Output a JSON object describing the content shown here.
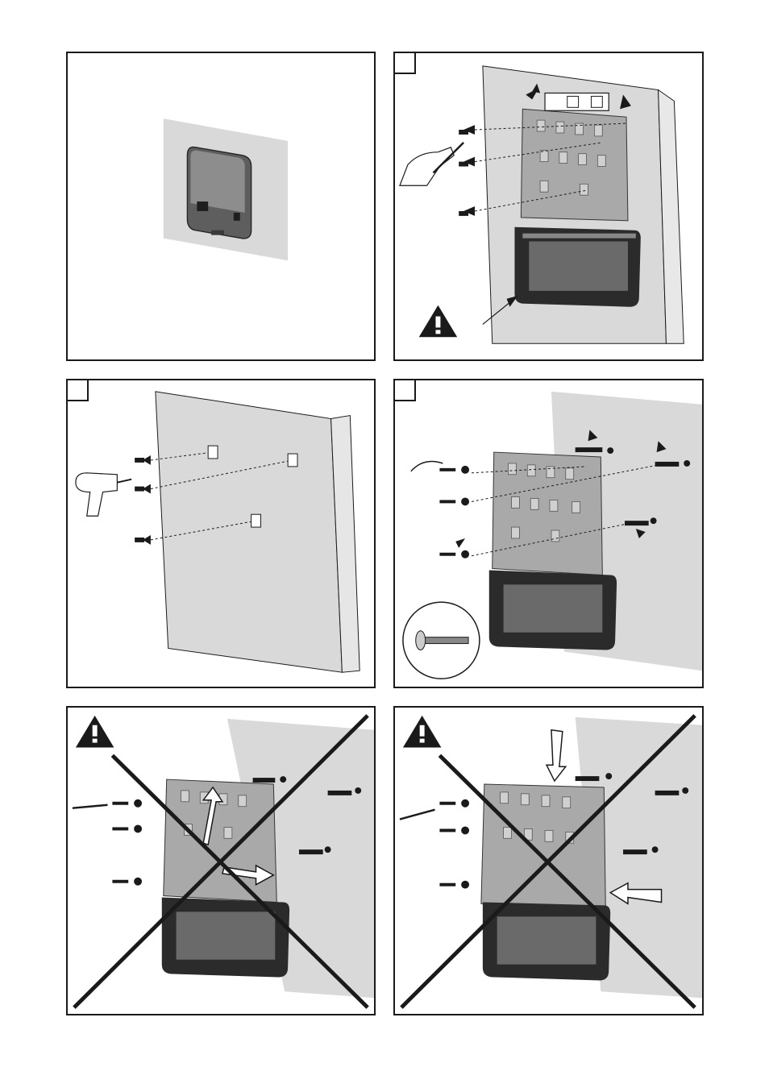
{
  "document": {
    "type": "installation-instructions-figures",
    "panels": [
      {
        "id": "wall-mounted-inverter",
        "step_marker": false,
        "warning_icon": false,
        "crossed_out": false
      },
      {
        "id": "level-and-mark-bracket",
        "step_marker": true,
        "warning_icon": true,
        "crossed_out": false
      },
      {
        "id": "drill-holes",
        "step_marker": true,
        "warning_icon": false,
        "crossed_out": false
      },
      {
        "id": "screw-bracket-to-wall",
        "step_marker": true,
        "warning_icon": false,
        "crossed_out": false
      },
      {
        "id": "incorrect-mounting-1",
        "step_marker": false,
        "warning_icon": true,
        "crossed_out": true
      },
      {
        "id": "incorrect-mounting-2",
        "step_marker": false,
        "warning_icon": true,
        "crossed_out": true
      }
    ]
  },
  "icons": {
    "warning": "warning-triangle-icon",
    "arrow": "black-arrow-icon",
    "cross": "red-x-prohibited-icon"
  },
  "colors": {
    "wall": "#d9d9d9",
    "wall_edge": "#bdbdbd",
    "bracket": "#a9a9a9",
    "bracket_dark": "#8a8a8a",
    "housing": "#2b2b2b",
    "line": "#1a1a1a"
  }
}
